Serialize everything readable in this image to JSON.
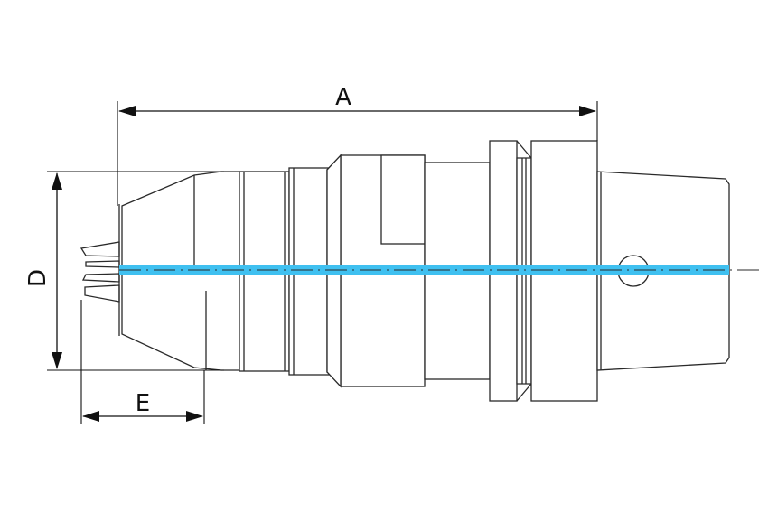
{
  "dimensions": {
    "overall_length": "A",
    "diameter": "D",
    "nose_length": "E"
  },
  "colors": {
    "coolant_channel": "#3fc0f0",
    "outline": "#2a2a2a",
    "dimension": "#111111",
    "background": "#ffffff"
  }
}
